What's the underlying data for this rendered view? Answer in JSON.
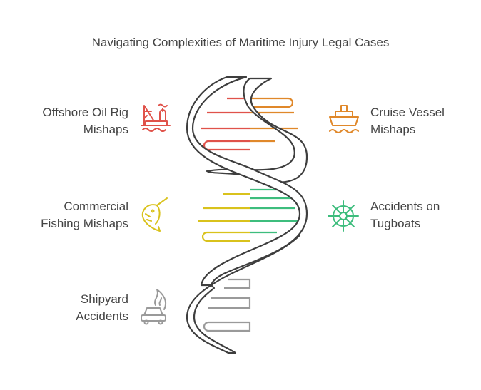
{
  "title": "Navigating Complexities of Maritime Injury Legal Cases",
  "items": [
    {
      "line1": "Offshore Oil Rig",
      "line2": "Mishaps",
      "side": "left",
      "icon": "oil-rig-icon",
      "color": "#e0524a"
    },
    {
      "line1": "Cruise Vessel",
      "line2": "Mishaps",
      "side": "right",
      "icon": "cruise-ship-icon",
      "color": "#e0882a"
    },
    {
      "line1": "Commercial",
      "line2": "Fishing Mishaps",
      "side": "left",
      "icon": "fish-icon",
      "color": "#d9c21c"
    },
    {
      "line1": "Accidents on",
      "line2": "Tugboats",
      "side": "right",
      "icon": "ship-wheel-icon",
      "color": "#3dbd7d"
    },
    {
      "line1": "Shipyard",
      "line2": "Accidents",
      "side": "left",
      "icon": "car-fire-icon",
      "color": "#9a9a9a"
    }
  ]
}
